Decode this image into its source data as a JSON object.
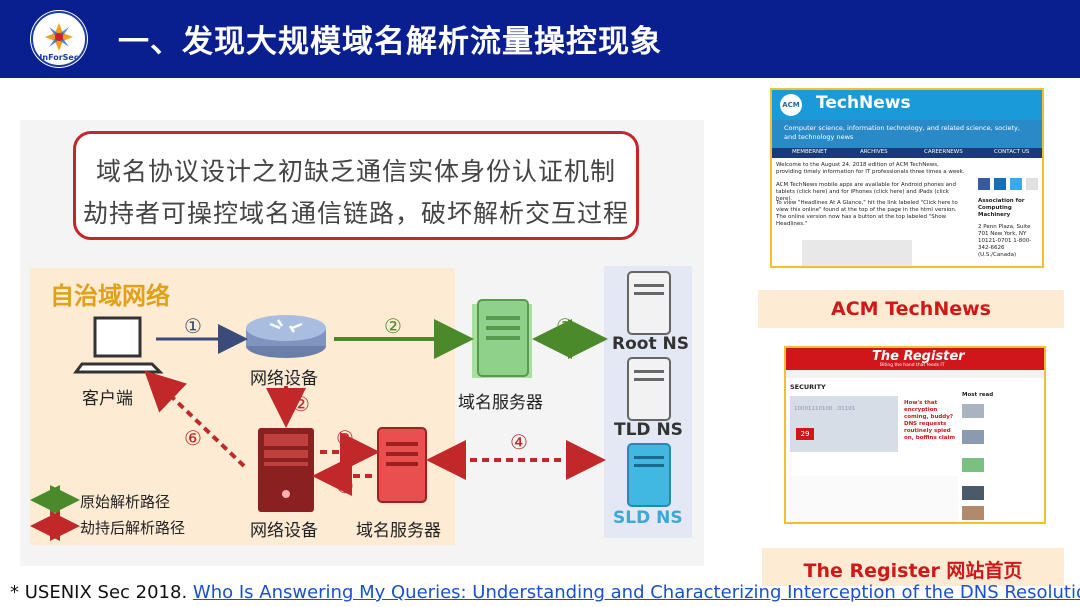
{
  "header": {
    "title": "一、发现大规模域名解析流量操控现象",
    "logo_text": "InForSec"
  },
  "claims": {
    "line1": "域名协议设计之初缺乏通信实体身份认证机制",
    "line2": "劫持者可操控域名通信链路，破坏解析交互过程"
  },
  "diagram": {
    "as_label": "自治域网络",
    "client_label": "客户端",
    "router_label": "网络设备",
    "dns_server_label": "域名服务器",
    "hijack_device_label": "网络设备",
    "hijack_server_label": "域名服务器",
    "root_ns": "Root NS",
    "tld_ns": "TLD NS",
    "sld_ns": "SLD NS",
    "steps": [
      "①",
      "②",
      "③",
      "④",
      "⑤",
      "⑥"
    ],
    "step2_red": "②",
    "step3_red": "③",
    "legend_original": "原始解析路径",
    "legend_hijacked": "劫持后解析路径",
    "colors": {
      "original": "#4a8a2a",
      "hijacked": "#c0282a",
      "server_green": "#8fd08a",
      "server_red": "#e85050",
      "server_cyan": "#40b8e0"
    }
  },
  "acm_card": {
    "brand": "TechNews",
    "acm": "ACM",
    "tagline": "Computer science, information technology, and related science, society, and technology news",
    "nav": [
      "MEMBERNET",
      "ARCHIVES",
      "CAREERNEWS",
      "CONTACT US"
    ],
    "p1": "Welcome to the August 24, 2018 edition of ACM TechNews, providing timely information for IT professionals three times a week.",
    "p2": "ACM TechNews mobile apps are available for Android phones and tablets (click here) and for iPhones (click here) and iPads (click here).",
    "p3": "To view \"Headlines At A Glance,\" hit the link labeled \"Click here to view this online\" found at the top of the page in the html version. The online version now has a button at the top labeled \"Show Headlines.\"",
    "assoc": "Association for Computing Machinery",
    "address": "2 Penn Plaza, Suite 701 New York, NY 10121-0701 1-800-342-6626 (U.S./Canada)",
    "caption": "ACM TechNews"
  },
  "register_card": {
    "brand": "The Register",
    "tagline": "Biting the hand that feeds IT",
    "section": "SECURITY",
    "most_read": "Most read",
    "headline": "How's that encryption coming, buddy? DNS requests routinely spied on, boffins claim",
    "badge": "29",
    "binary": "10001110100 ..01101",
    "caption": "The Register 网站首页"
  },
  "footnote": {
    "prefix": "* USENIX Sec 2018. ",
    "link": "Who Is Answering My Queries: Understanding and Characterizing Interception of the DNS Resolution"
  }
}
